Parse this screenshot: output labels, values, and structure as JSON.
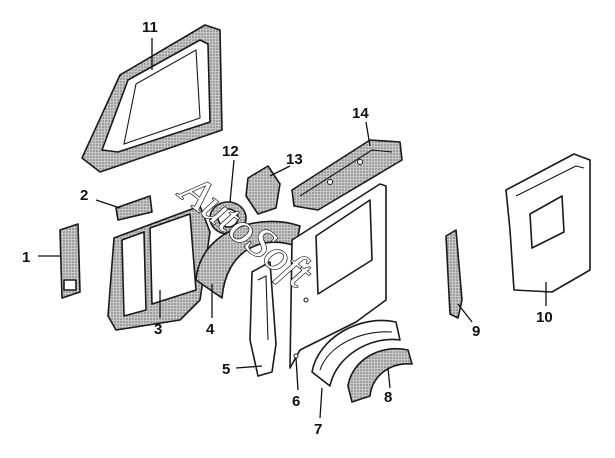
{
  "diagram": {
    "watermark": "AutoSoft",
    "callouts": [
      "1",
      "2",
      "3",
      "4",
      "5",
      "6",
      "7",
      "8",
      "9",
      "10",
      "11",
      "12",
      "13",
      "14"
    ],
    "colors": {
      "ink": "#1a1a1a",
      "shading": "#9a9a9a",
      "background": "#ffffff"
    }
  }
}
